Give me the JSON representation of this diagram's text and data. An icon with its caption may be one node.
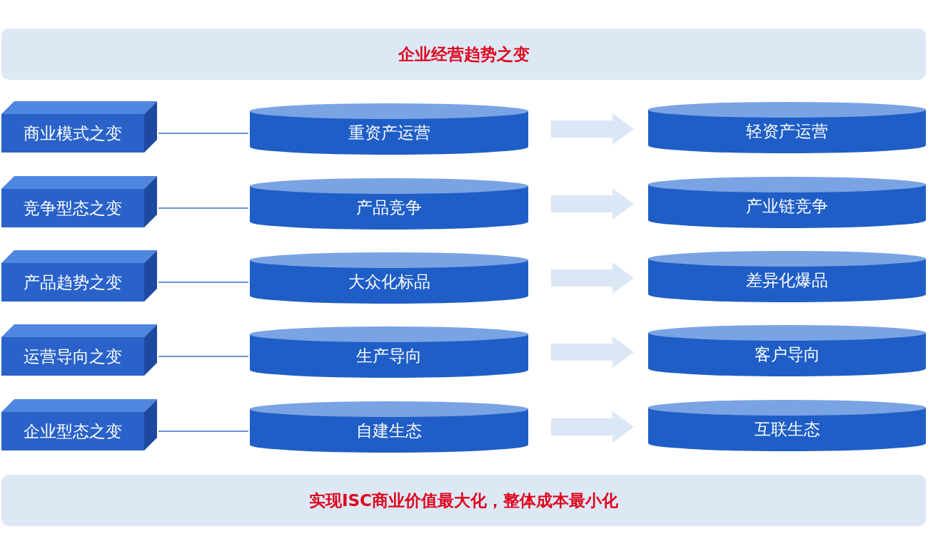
{
  "diagram": {
    "nodes": [
      {
        "text": [
          "企业经营趋势之变"
        ]
      },
      {
        "text": [
          "商业模式之变"
        ]
      },
      {
        "text": [
          "重资产运营"
        ]
      },
      {
        "text": [
          "轻资产运营"
        ]
      },
      {
        "text": [
          "竞争型态之变"
        ]
      },
      {
        "text": [
          "产品竞争"
        ]
      },
      {
        "text": [
          "产业链竞争"
        ]
      },
      {
        "text": [
          "产品趋势之变"
        ]
      },
      {
        "text": [
          "大众化标品"
        ]
      },
      {
        "text": [
          "差异化爆品"
        ]
      },
      {
        "text": [
          "运营导向之变"
        ]
      },
      {
        "text": [
          "生产导向"
        ]
      },
      {
        "text": [
          "客户导向"
        ]
      },
      {
        "text": [
          "企业型态之变"
        ]
      },
      {
        "text": [
          "自建生态"
        ]
      },
      {
        "text": [
          "互联生态"
        ]
      },
      {
        "text": [
          "实现ISC商业价值最大化，整体成本最小化"
        ]
      }
    ],
    "edges": [
      {
        "from": 1,
        "to": 2,
        "arrow": "none"
      },
      {
        "from": 2,
        "to": 3,
        "arrow": "to",
        "style": "thick",
        "color": "#dbe7f5"
      },
      {
        "from": 4,
        "to": 5,
        "arrow": "none"
      },
      {
        "from": 5,
        "to": 6,
        "arrow": "to",
        "style": "thick",
        "color": "#dbe7f5"
      },
      {
        "from": 7,
        "to": 8,
        "arrow": "none"
      },
      {
        "from": 8,
        "to": 9,
        "arrow": "to",
        "style": "thick",
        "color": "#dbe7f5"
      },
      {
        "from": 10,
        "to": 11,
        "arrow": "none"
      },
      {
        "from": 11,
        "to": 12,
        "arrow": "to",
        "style": "thick",
        "color": "#dbe7f5"
      },
      {
        "from": 13,
        "to": 14,
        "arrow": "none"
      },
      {
        "from": 14,
        "to": 15,
        "arrow": "to",
        "style": "thick",
        "color": "#dbe7f5"
      }
    ]
  }
}
